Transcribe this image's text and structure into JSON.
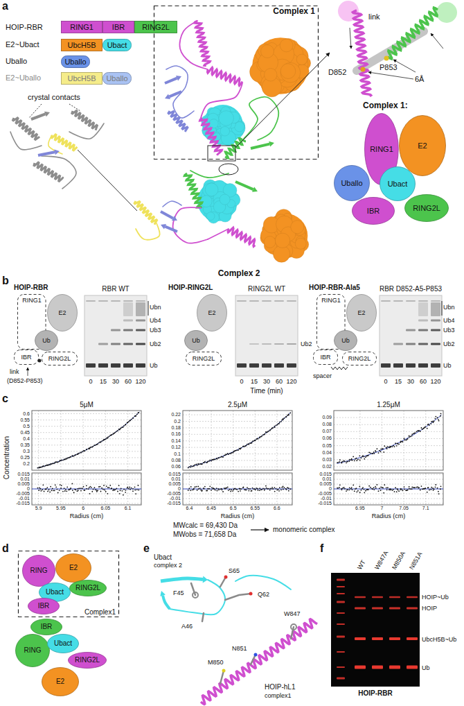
{
  "diagram": {
    "nodes": [
      {
        "text": [
          "RING1"
        ]
      },
      {
        "text": [
          "IBR"
        ]
      },
      {
        "text": [
          "RING2L"
        ]
      },
      {
        "text": [
          "UbcH5B"
        ]
      },
      {
        "text": [
          "Ubact"
        ]
      },
      {
        "text": [
          "Uballo"
        ]
      },
      {
        "text": [
          "UbcH5B"
        ]
      },
      {
        "text": [
          "Uballo"
        ]
      },
      {
        "text": [
          "Complex 1"
        ]
      },
      {
        "text": [
          "RING1"
        ]
      },
      {
        "text": [
          "E2"
        ]
      },
      {
        "text": [
          "Uballo"
        ]
      },
      {
        "text": [
          "Ubact"
        ]
      },
      {
        "text": [
          "IBR"
        ]
      },
      {
        "text": [
          "RING2L"
        ]
      },
      {
        "text": [
          "RING1"
        ]
      },
      {
        "text": [
          "E2"
        ]
      },
      {
        "text": [
          "Ub"
        ]
      },
      {
        "text": [
          "IBR"
        ]
      },
      {
        "text": [
          "RING2L"
        ]
      },
      {
        "text": [
          "E2"
        ]
      },
      {
        "text": [
          "Ub"
        ]
      },
      {
        "text": [
          "RING2L"
        ]
      },
      {
        "text": [
          "RING1"
        ]
      },
      {
        "text": [
          "E2"
        ]
      },
      {
        "text": [
          "Ub"
        ]
      },
      {
        "text": [
          "IBR"
        ]
      },
      {
        "text": [
          "RING2L"
        ]
      },
      {
        "text": [
          "Complex1"
        ]
      },
      {
        "text": [
          "RING"
        ],
        "in": 28
      },
      {
        "text": [
          "E2"
        ],
        "in": 28
      },
      {
        "text": [
          "Ubact"
        ],
        "in": 28
      },
      {
        "text": [
          "RING2L"
        ],
        "in": 28
      },
      {
        "text": [
          "IBR"
        ],
        "in": 28
      },
      {
        "text": [
          "IBR"
        ]
      },
      {
        "text": [
          "RING"
        ]
      },
      {
        "text": [
          "Ubact"
        ]
      },
      {
        "text": [
          "RING2L"
        ]
      },
      {
        "text": [
          "E2"
        ]
      }
    ],
    "labels": [
      "a",
      "HOIP-RBR",
      "E2~Ubact",
      "Uballo",
      "E2~Uballo",
      "crystal contacts",
      "Complex 2",
      "link",
      "D852",
      "P853",
      "6Å",
      "Complex 1:",
      "b",
      "HOIP-RBR",
      "RBR WT",
      "Ubn",
      "Ub4",
      "Ub3",
      "Ub2",
      "Ub",
      "0",
      "15",
      "30",
      "60",
      "120",
      "link",
      "(D852-P853)",
      "HOIP-RING2L",
      "RING2L WT",
      "Ub2",
      "0",
      "15",
      "30",
      "60",
      "120",
      "Time (min)",
      "HOIP-RBR-Ala5",
      "RBR D852-A5-P853",
      "Ubn",
      "Ub4",
      "Ub3",
      "Ub2",
      "Ub",
      "0",
      "15",
      "30",
      "60",
      "120",
      "spacer",
      "c",
      "5μM",
      "2.5μM",
      "1.25μM",
      "Concentration",
      "0.6",
      "0.55",
      "0.5",
      "0.45",
      "0.4",
      "0.35",
      "0.3",
      "0.25",
      "0.2",
      "0.015",
      "0.01",
      "0.005",
      "0",
      "-0.005",
      "-0.01",
      "-0.015",
      "5.9",
      "5.95",
      "6",
      "6.05",
      "6.1",
      "Radius (cm)",
      "0.22",
      "0.2",
      "0.18",
      "0.16",
      "0.14",
      "0.12",
      "0.1",
      "0.08",
      "0.06",
      "0.015",
      "0.01",
      "0.005",
      "0",
      "-0.005",
      "-0.01",
      "-0.015",
      "6.4",
      "6.45",
      "6.5",
      "6.55",
      "6.6",
      "Radius (cm)",
      "0.09",
      "0.08",
      "0.07",
      "0.06",
      "0.05",
      "0.04",
      "0.03",
      "0.02",
      "0.015",
      "0.01",
      "0.005",
      "0",
      "-0.005",
      "-0.01",
      "-0.015",
      "6.95",
      "7",
      "7.05",
      "7.1",
      "Radius (cm)",
      "MWcalc = 69,430 Da",
      "MWobs = 71,658 Da",
      "monomeric complex",
      "d",
      "e",
      "Ubact",
      "complex 2",
      "S65",
      "F45",
      "Q62",
      "A46",
      "W847",
      "M850",
      "N851",
      "HOIP-hL1",
      "complex1",
      "f",
      "WT",
      "W847A",
      "M850A",
      "N851A",
      "HOIP~Ub",
      "HOIP",
      "UbcH5B~Ub",
      "Ub",
      "HOIP-RBR"
    ]
  }
}
